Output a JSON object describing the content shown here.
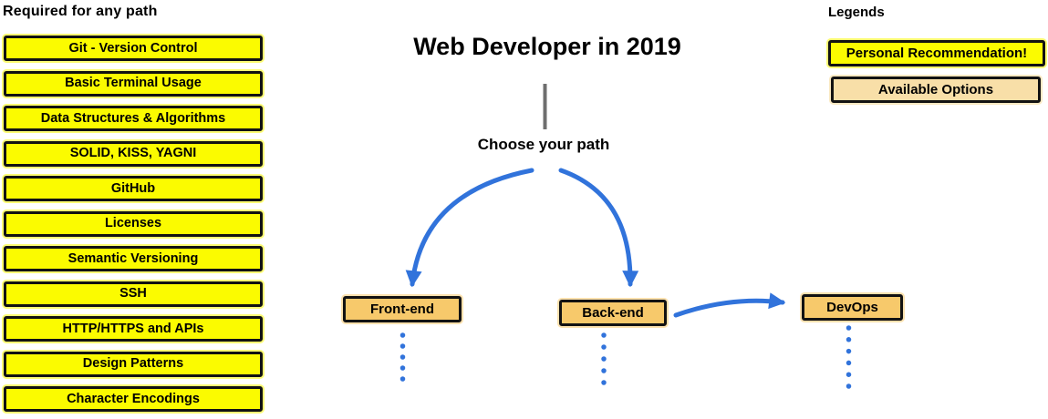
{
  "title": "Web Developer in 2019",
  "choose_label": "Choose your path",
  "required": {
    "heading": "Required for any path",
    "items": [
      "Git - Version Control",
      "Basic Terminal Usage",
      "Data Structures & Algorithms",
      "SOLID, KISS, YAGNI",
      "GitHub",
      "Licenses",
      "Semantic Versioning",
      "SSH",
      "HTTP/HTTPS and APIs",
      "Design Patterns",
      "Character Encodings"
    ]
  },
  "paths": {
    "frontend": "Front-end",
    "backend": "Back-end",
    "devops": "DevOps"
  },
  "legend": {
    "heading": "Legends",
    "recommendation": "Personal Recommendation!",
    "available": "Available Options"
  },
  "colors": {
    "recommendation_yellow": "#fbfb00",
    "available_option": "#f8dfa8",
    "path_box": "#f7c96b",
    "arrow_blue": "#3173db",
    "divider_gray": "#6f6f6f",
    "box_border": "#121212"
  }
}
